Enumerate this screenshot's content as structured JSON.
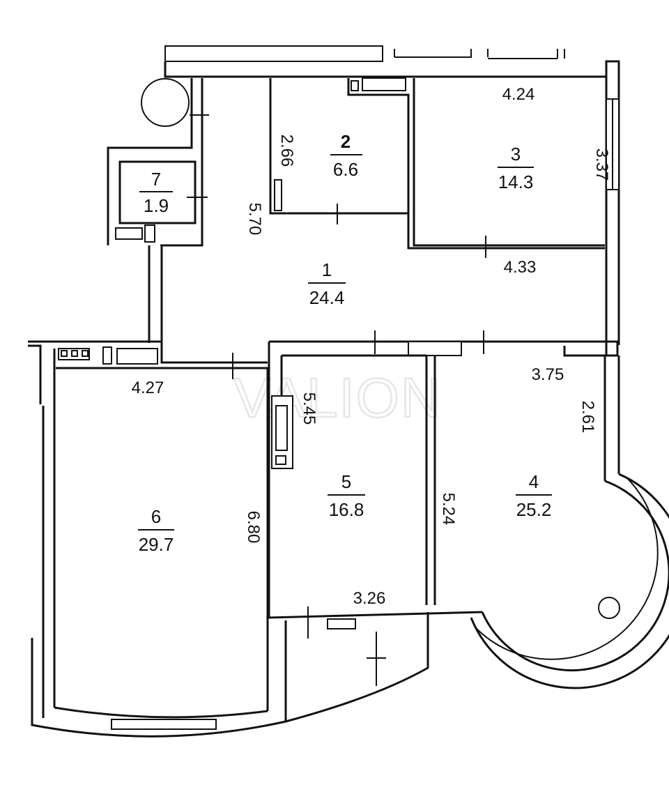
{
  "watermark": "VALION",
  "rooms": [
    {
      "number": "1",
      "area": "24.4"
    },
    {
      "number": "2",
      "area": "6.6"
    },
    {
      "number": "3",
      "area": "14.3"
    },
    {
      "number": "4",
      "area": "25.2"
    },
    {
      "number": "5",
      "area": "16.8"
    },
    {
      "number": "6",
      "area": "29.7"
    },
    {
      "number": "7",
      "area": "1.9"
    }
  ],
  "dimensions": [
    "4.24",
    "3.37",
    "2.66",
    "5.70",
    "4.33",
    "3.75",
    "2.61",
    "5.45",
    "4.27",
    "5.24",
    "6.80",
    "3.26"
  ]
}
